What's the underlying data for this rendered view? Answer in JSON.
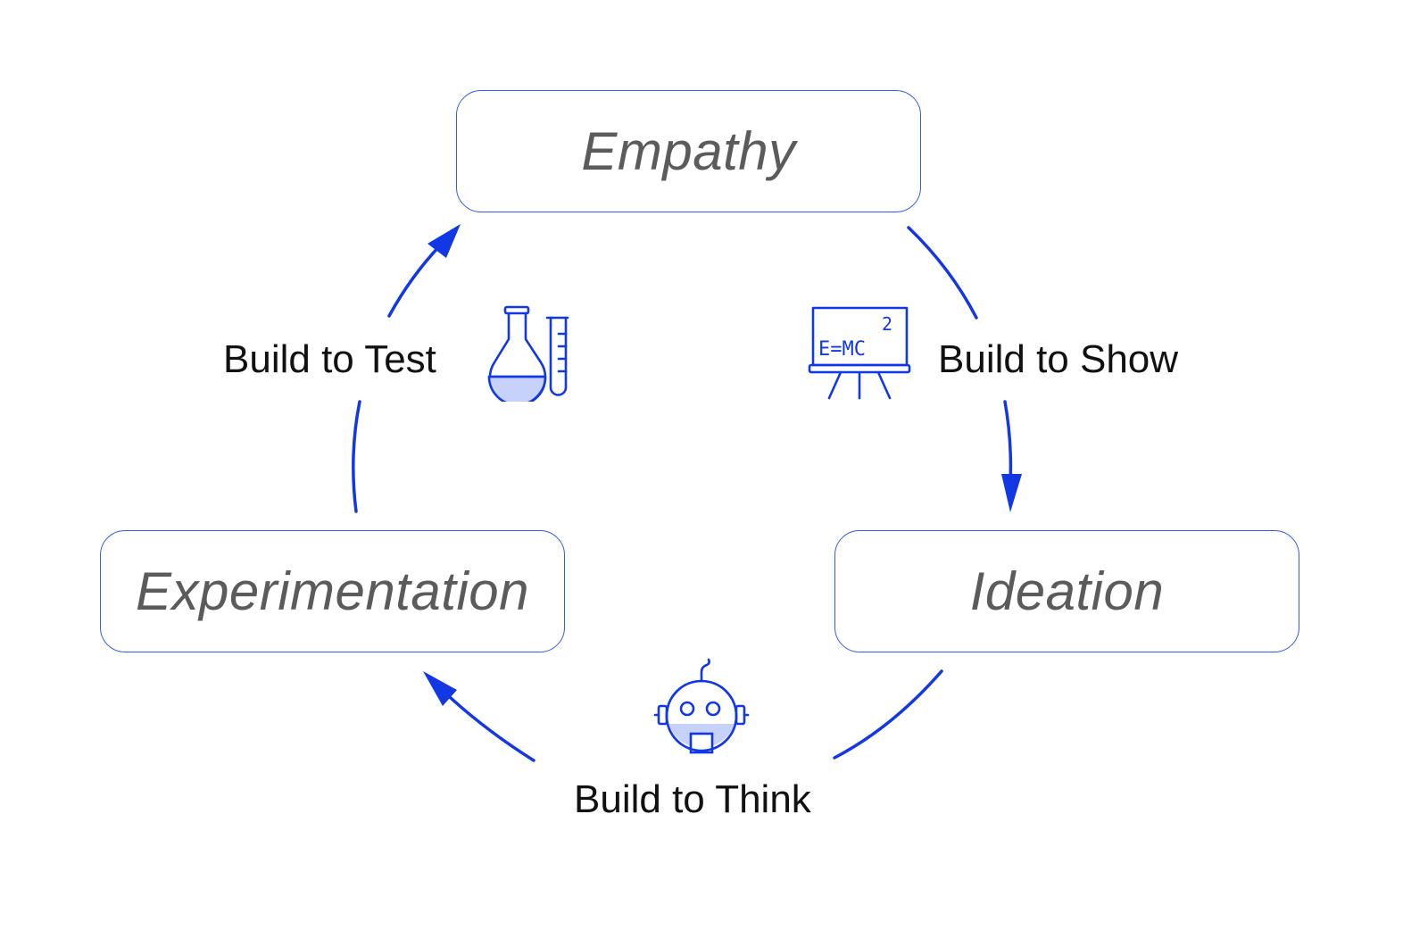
{
  "stages": {
    "empathy": "Empathy",
    "ideation": "Ideation",
    "experimentation": "Experimentation"
  },
  "transitions": {
    "test": "Build to Test",
    "show": "Build to Show",
    "think": "Build to Think"
  },
  "icons": {
    "test": "flask-test-tube-icon",
    "show": "chalkboard-emc2-icon",
    "think": "robot-icon"
  },
  "colors": {
    "accent": "#1238e6",
    "box_border": "#2f5ce8",
    "stage_text": "#5b5b5b",
    "label_text": "#111111"
  }
}
